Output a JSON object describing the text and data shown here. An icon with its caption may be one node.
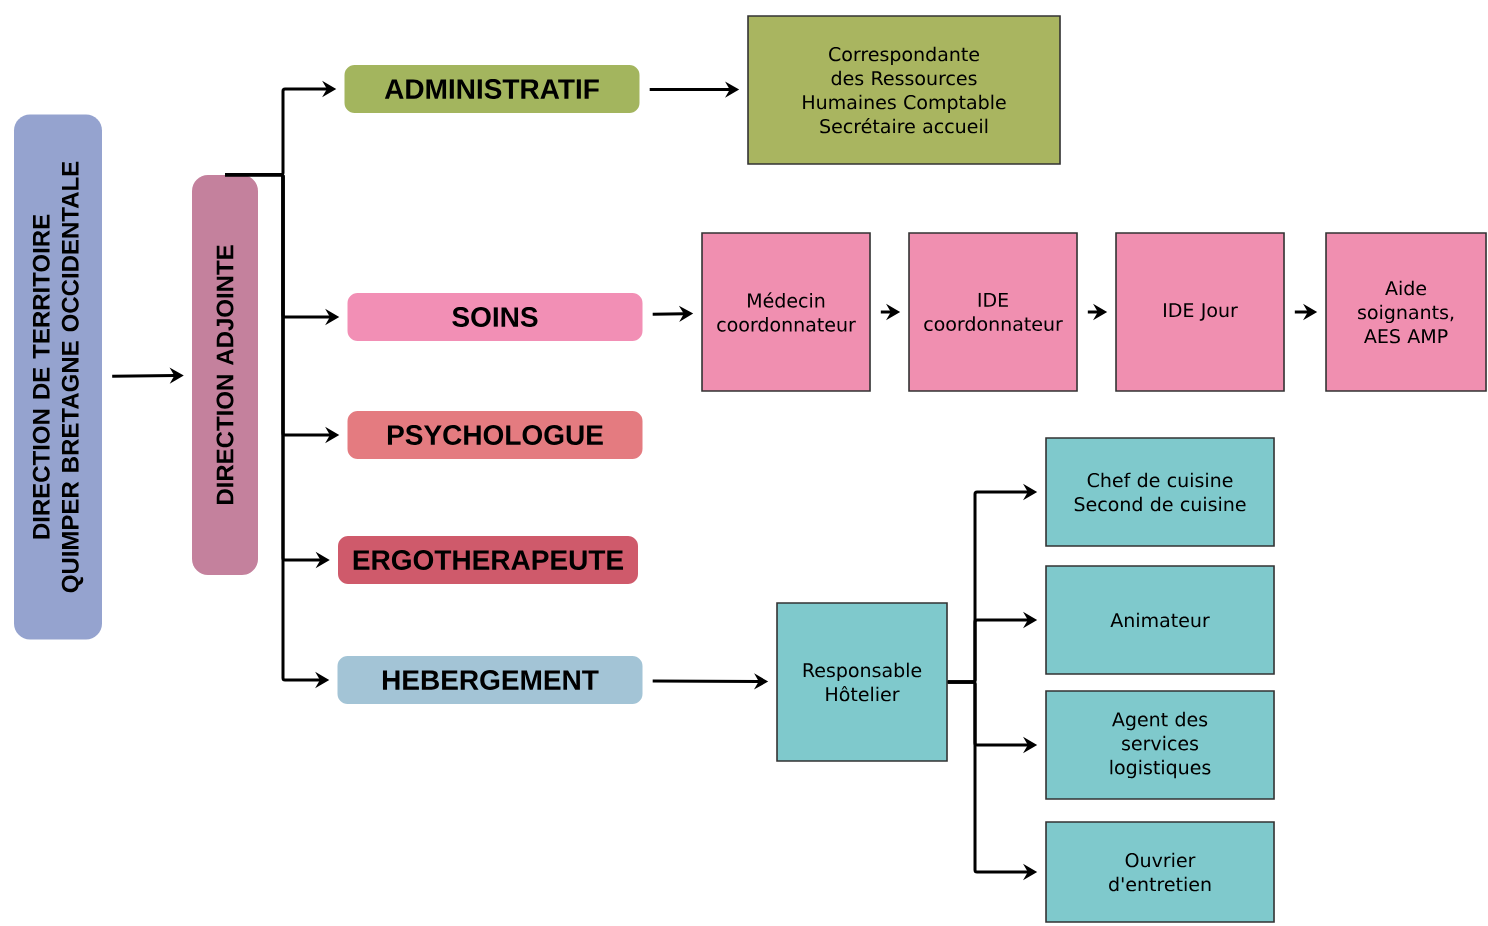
{
  "diagram": {
    "nodes": [
      {
        "text": [
          "DIRECTION DE TERRITOIRE QUIMPER BRETAGNE OCCIDENTALE"
        ]
      },
      {
        "text": [
          "DIRECTION ADJOINTE"
        ]
      },
      {
        "text": [
          "ADMINISTRATIF"
        ]
      },
      {
        "text": [
          "SOINS"
        ]
      },
      {
        "text": [
          "PSYCHOLOGUE"
        ]
      },
      {
        "text": [
          "ERGOTHERAPEUTE"
        ]
      },
      {
        "text": [
          "HEBERGEMENT"
        ]
      },
      {
        "text": [
          "Correspondante des Ressources Humaines Comptable Secrétaire accueil"
        ]
      },
      {
        "text": [
          "Médecin coordonnateur"
        ]
      },
      {
        "text": [
          "IDE coordonnateur"
        ]
      },
      {
        "text": [
          "IDE Jour"
        ]
      },
      {
        "text": [
          "Aide soignants, AES AMP"
        ]
      },
      {
        "text": [
          "Responsable Hôtelier"
        ]
      },
      {
        "text": [
          "Chef de cuisine Second de cuisine"
        ]
      },
      {
        "text": [
          "Animateur"
        ]
      },
      {
        "text": [
          "Agent des services logistiques"
        ]
      },
      {
        "text": [
          "Ouvrier d'entretien"
        ]
      }
    ],
    "edges": [
      {
        "from": 0,
        "to": 1,
        "arrow": "to"
      },
      {
        "from": 1,
        "to": 2,
        "arrow": "to"
      },
      {
        "from": 1,
        "to": 3,
        "arrow": "to"
      },
      {
        "from": 1,
        "to": 4,
        "arrow": "to"
      },
      {
        "from": 1,
        "to": 5,
        "arrow": "to"
      },
      {
        "from": 1,
        "to": 6,
        "arrow": "to"
      },
      {
        "from": 2,
        "to": 7,
        "arrow": "to"
      },
      {
        "from": 3,
        "to": 8,
        "arrow": "to"
      },
      {
        "from": 8,
        "to": 9,
        "arrow": "to"
      },
      {
        "from": 9,
        "to": 10,
        "arrow": "to"
      },
      {
        "from": 10,
        "to": 11,
        "arrow": "to"
      },
      {
        "from": 6,
        "to": 12,
        "arrow": "to"
      },
      {
        "from": 12,
        "to": 13,
        "arrow": "to"
      },
      {
        "from": 12,
        "to": 14,
        "arrow": "to"
      },
      {
        "from": 12,
        "to": 15,
        "arrow": "to"
      },
      {
        "from": 12,
        "to": 16,
        "arrow": "to"
      }
    ]
  }
}
